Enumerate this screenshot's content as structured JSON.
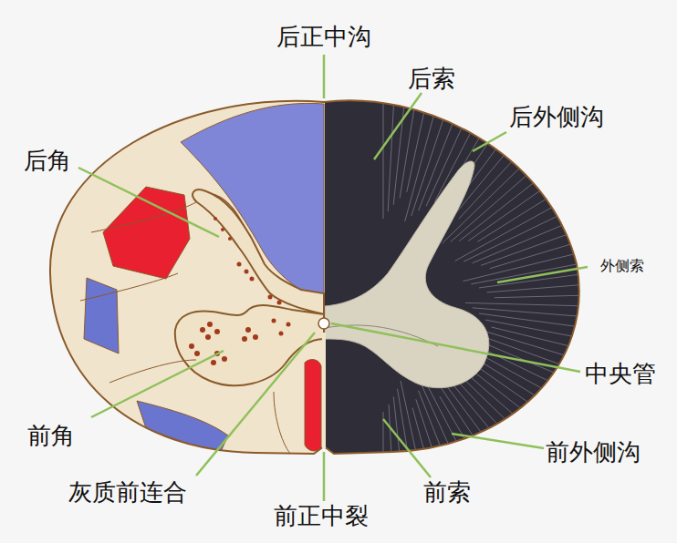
{
  "diagram": {
    "labels": [
      "后正中沟",
      "后索",
      "后外侧沟",
      "后角",
      "外侧索",
      "中央管",
      "前角",
      "灰质前连合",
      "前正中裂",
      "前索",
      "前外侧沟"
    ]
  }
}
